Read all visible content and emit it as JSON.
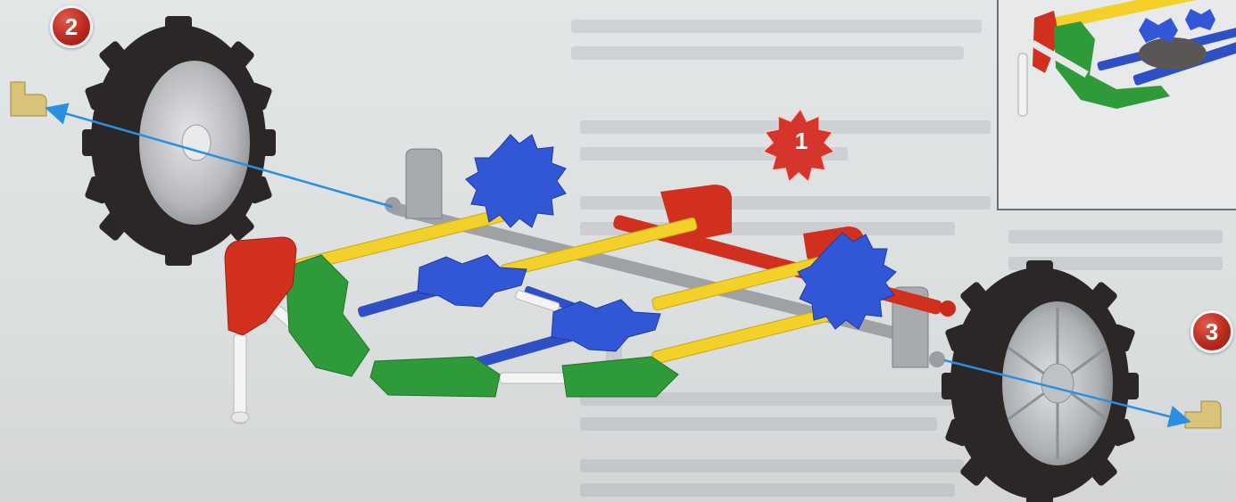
{
  "steps": {
    "one": "1",
    "two": "2",
    "three": "3"
  },
  "colors": {
    "rod_yellow": "#f3d12a",
    "rod_gray": "#9ea2a6",
    "rod_blue": "#2f4fc4",
    "connector_blue": "#3257d6",
    "connector_green": "#2f9a3a",
    "connector_red": "#d1301f",
    "tire": "#2b2726",
    "hub": "#c7c9cb",
    "cap": "#d9c27a",
    "arrow": "#2a8fe0",
    "badge": "#c0301f"
  },
  "icons": {
    "wheel_left": "tire-icon",
    "wheel_right": "tire-icon",
    "cap_left": "axle-cap-icon",
    "cap_right": "axle-cap-icon"
  }
}
